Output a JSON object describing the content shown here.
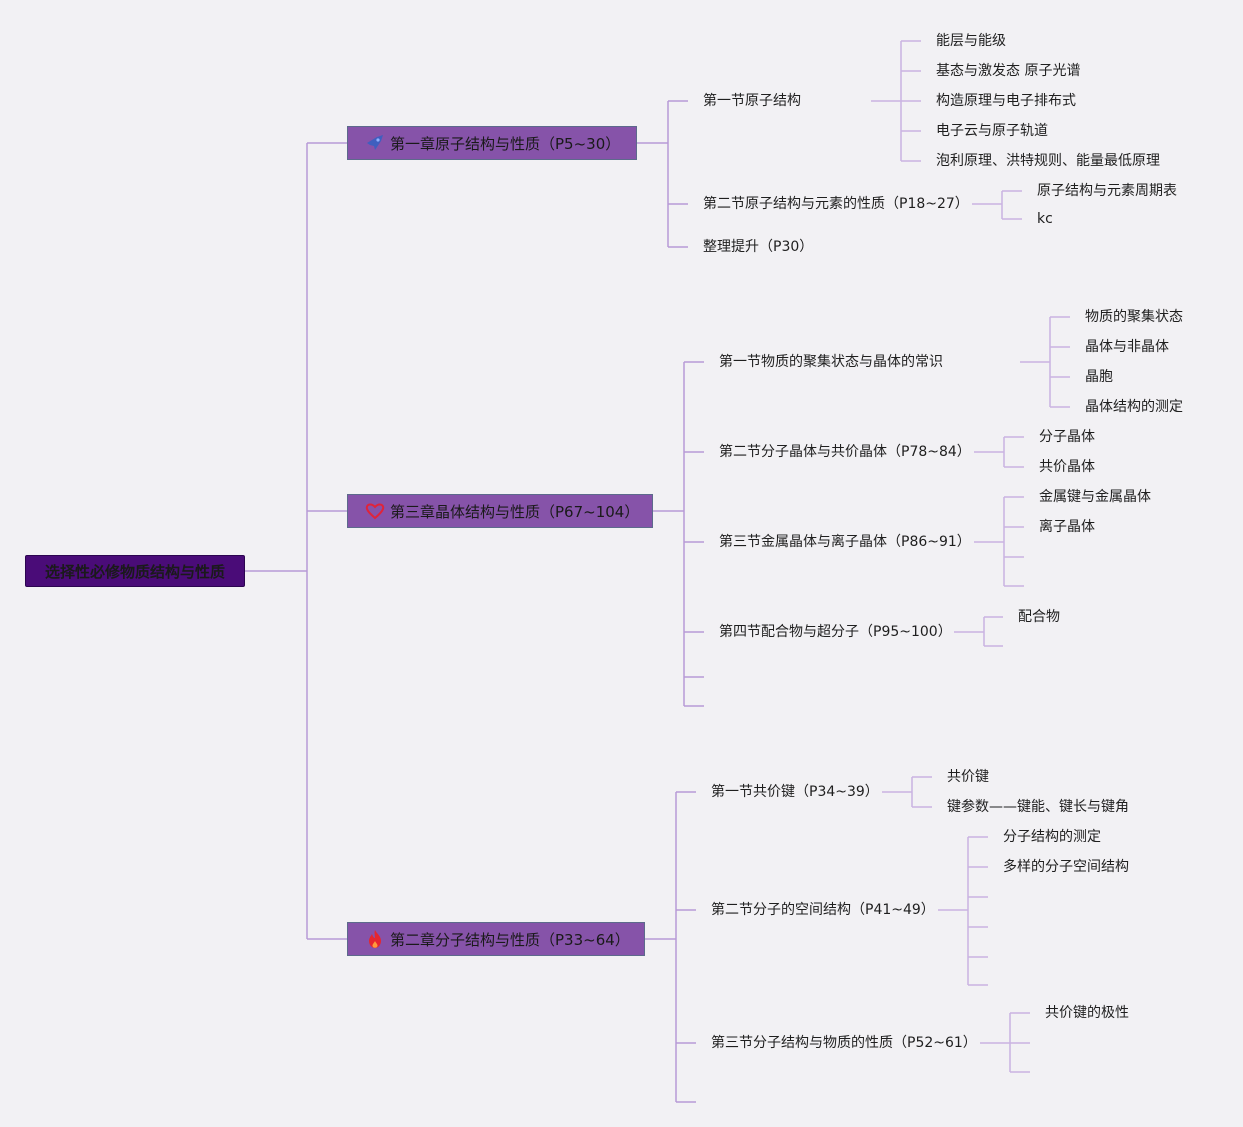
{
  "root": {
    "label": "选择性必修物质结构与性质"
  },
  "chapters": [
    {
      "label": "第一章原子结构与性质（P5~30）",
      "icon": "rocket-icon",
      "sections": [
        {
          "label": "第一节原子结构",
          "items": [
            "能层与能级",
            "基态与激发态 原子光谱",
            "构造原理与电子排布式",
            "电子云与原子轨道",
            "泡利原理、洪特规则、能量最低原理"
          ]
        },
        {
          "label": "第二节原子结构与元素的性质（P18~27）",
          "items": [
            "原子结构与元素周期表",
            "kc"
          ]
        },
        {
          "label": "整理提升（P30）",
          "items": []
        }
      ]
    },
    {
      "label": "第三章晶体结构与性质（P67~104）",
      "icon": "heart-icon",
      "sections": [
        {
          "label": "第一节物质的聚集状态与晶体的常识",
          "items": [
            "物质的聚集状态",
            "晶体与非晶体",
            "晶胞",
            "晶体结构的测定"
          ]
        },
        {
          "label": "第二节分子晶体与共价晶体（P78~84）",
          "items": [
            "分子晶体",
            "共价晶体"
          ]
        },
        {
          "label": "第三节金属晶体与离子晶体（P86~91）",
          "items": [
            "金属键与金属晶体",
            "离子晶体"
          ]
        },
        {
          "label": "第四节配合物与超分子（P95~100）",
          "items": [
            "配合物"
          ]
        }
      ]
    },
    {
      "label": "第二章分子结构与性质（P33~64）",
      "icon": "fire-icon",
      "sections": [
        {
          "label": "第一节共价键（P34~39）",
          "items": [
            "共价键",
            "键参数——键能、键长与键角"
          ]
        },
        {
          "label": "第二节分子的空间结构（P41~49）",
          "items": [
            "分子结构的测定",
            "多样的分子空间结构"
          ]
        },
        {
          "label": "第三节分子结构与物质的性质（P52~61）",
          "items": [
            "共价键的极性"
          ]
        }
      ]
    }
  ],
  "colors": {
    "root": "#4a0c78",
    "chapter": "#8653a9",
    "line": "#b79ad6",
    "background": "#f2f1f4"
  }
}
